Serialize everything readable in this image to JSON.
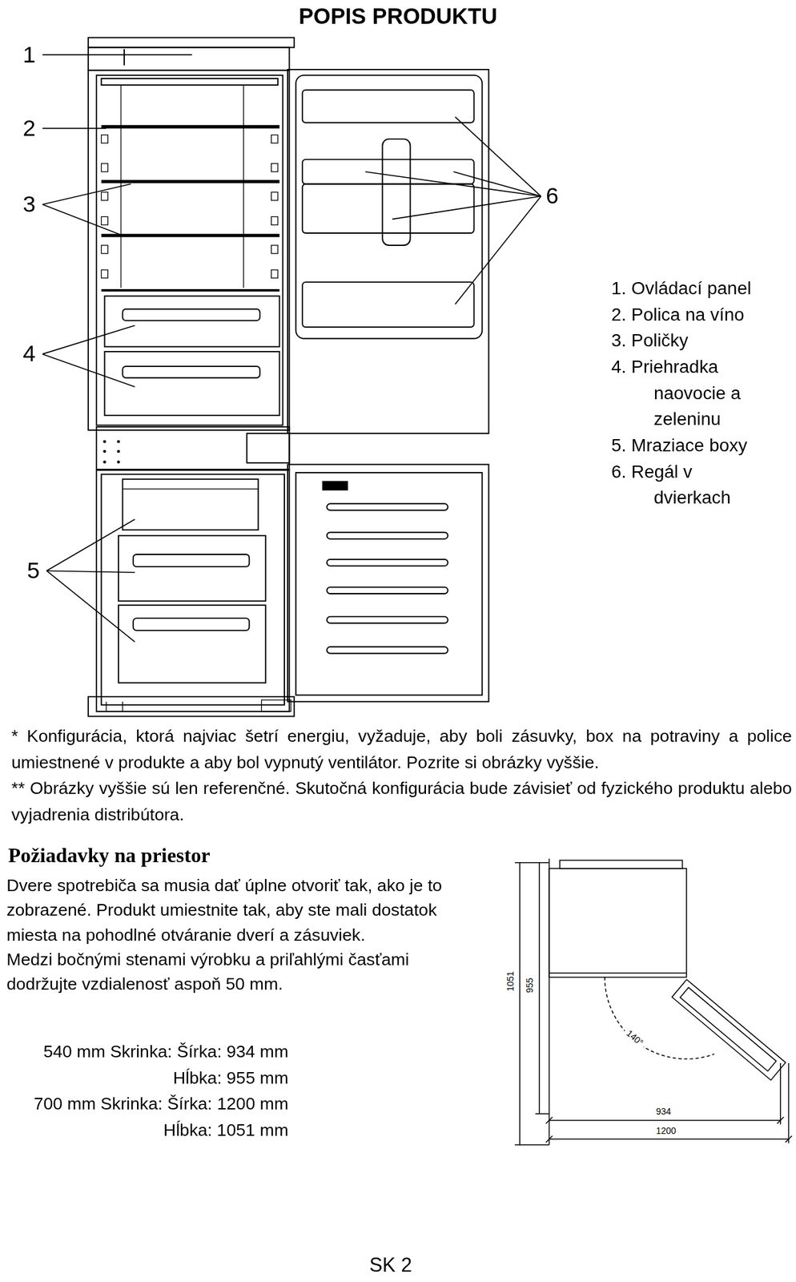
{
  "diagram": {
    "title": "POPIS PRODUKTU",
    "labels": [
      "1",
      "2",
      "3",
      "4",
      "5",
      "6",
      "1. Ovládací panel",
      "2. Polica na víno",
      "3. Poličky",
      "4. Priehradka naovocie a zeleninu",
      "5. Mraziace boxy",
      "6. Regál v dvierkach",
      "* Konfigurácia, ktorá najviac šetrí energiu, vyžaduje, aby boli zásuvky, box na potraviny a police umiestnené v produkte a aby bol vypnutý ventilátor. Pozrite si obrázky vyššie.",
      "** Obrázky vyššie sú len referenčné. Skutočná konfigurácia bude závisieť od fyzického produktu alebo vyjadrenia distribútora.",
      "Požiadavky na priestor",
      "Dvere spotrebiča sa musia dať úplne otvoriť tak, ako je to zobrazené. Produkt umiestnite tak, aby ste mali dostatok miesta na pohodlné otváranie dverí a zásuviek.",
      "Medzi bočnými stenami výrobku a priľahlými časťami dodržujte vzdialenosť aspoň 50 mm.",
      "540 mm Skrinka: Šírka: 934 mm",
      "Hĺbka: 955 mm",
      "700 mm Skrinka: Šírka: 1200 mm",
      "Hĺbka: 1051 mm",
      "1051",
      "955",
      "140°",
      "934",
      "1200",
      "SK 2"
    ]
  }
}
